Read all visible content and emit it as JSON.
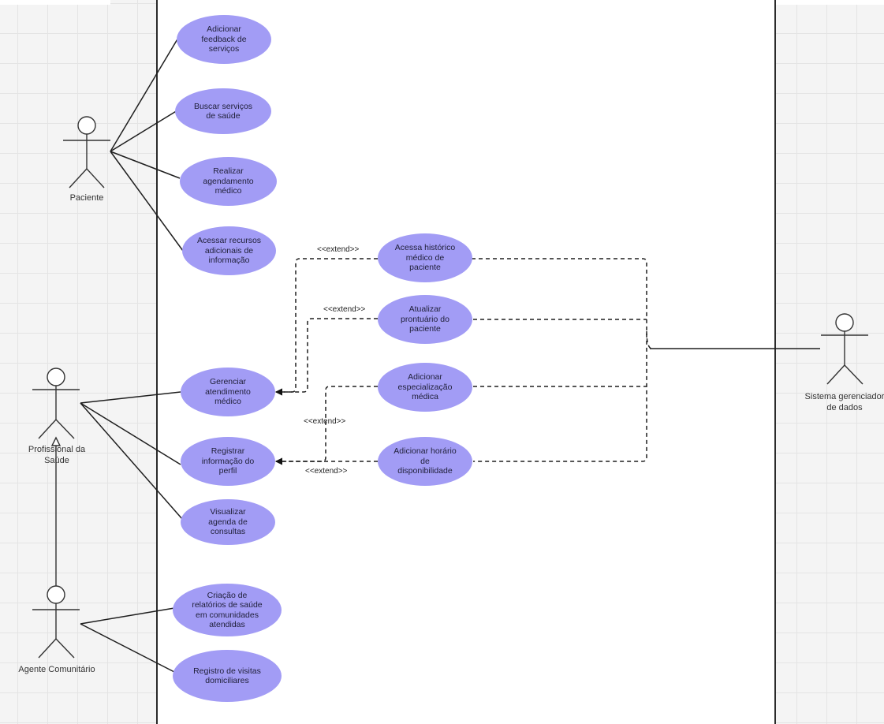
{
  "actors": {
    "paciente": "Paciente",
    "profissional": [
      "Profissional da",
      "Saúde"
    ],
    "agente": "Agente Comunitário",
    "sistema": [
      "Sistema gerenciador",
      "de dados"
    ]
  },
  "use_cases": {
    "feedback": [
      "Adicionar",
      "feedback de",
      "serviços"
    ],
    "buscar": [
      "Buscar serviços",
      "de saúde"
    ],
    "agendamento": [
      "Realizar",
      "agendamento",
      "médico"
    ],
    "recursos": [
      "Acessar recursos",
      "adicionais de",
      "informação"
    ],
    "historico": [
      "Acessa histórico",
      "médico de",
      "paciente"
    ],
    "prontuario": [
      "Atualizar",
      "prontuário do",
      "paciente"
    ],
    "especializacao": [
      "Adicionar",
      "especialização",
      "médica"
    ],
    "horario": [
      "Adicionar horário",
      "de",
      "disponibilidade"
    ],
    "gerenciar": [
      "Gerenciar",
      "atendimento",
      "médico"
    ],
    "registrar": [
      "Registrar",
      "informação do",
      "perfil"
    ],
    "agenda": [
      "Visualizar",
      "agenda de",
      "consultas"
    ],
    "relatorios": [
      "Criação de",
      "relatórios de saúde",
      "em comunidades",
      "atendidas"
    ],
    "visitas": [
      "Registro de visitas",
      "domiciliares"
    ]
  },
  "relations": {
    "extend": "<<extend>>"
  },
  "colors": {
    "use_case_fill": "#a29cf5",
    "line": "#1e1e1e",
    "boundary_bg": "#ffffff",
    "canvas_bg": "#f4f4f4"
  }
}
